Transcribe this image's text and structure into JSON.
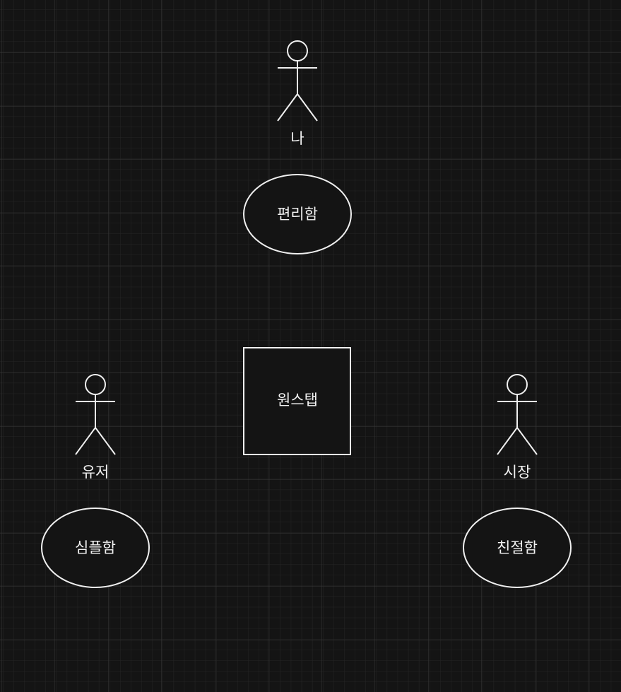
{
  "canvas": {
    "background": "#141414",
    "grid_minor_color": "#262626",
    "grid_major_color": "#363636",
    "stroke_color": "#f0f0f0"
  },
  "actors": {
    "me": {
      "label": "나"
    },
    "user": {
      "label": "유저"
    },
    "mayor": {
      "label": "시장"
    }
  },
  "usecases": {
    "convenient": {
      "label": "편리함"
    },
    "simple": {
      "label": "심플함"
    },
    "kind": {
      "label": "친절함"
    }
  },
  "system": {
    "label": "원스탭"
  }
}
